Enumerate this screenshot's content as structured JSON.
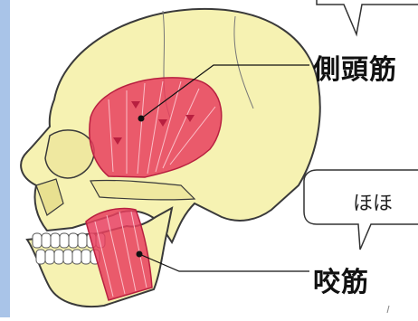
{
  "labels": {
    "temporalis": "側頭筋",
    "masseter": "咬筋"
  },
  "callouts": {
    "cheek": "ほほ"
  },
  "colors": {
    "left_strip": "#a9c4e8",
    "skull": "#f6f2b2",
    "skull_outline": "#3a3a3a",
    "muscle": "#e8405e",
    "muscle_fiber": "#ffd6de",
    "teeth": "#ffffff"
  }
}
